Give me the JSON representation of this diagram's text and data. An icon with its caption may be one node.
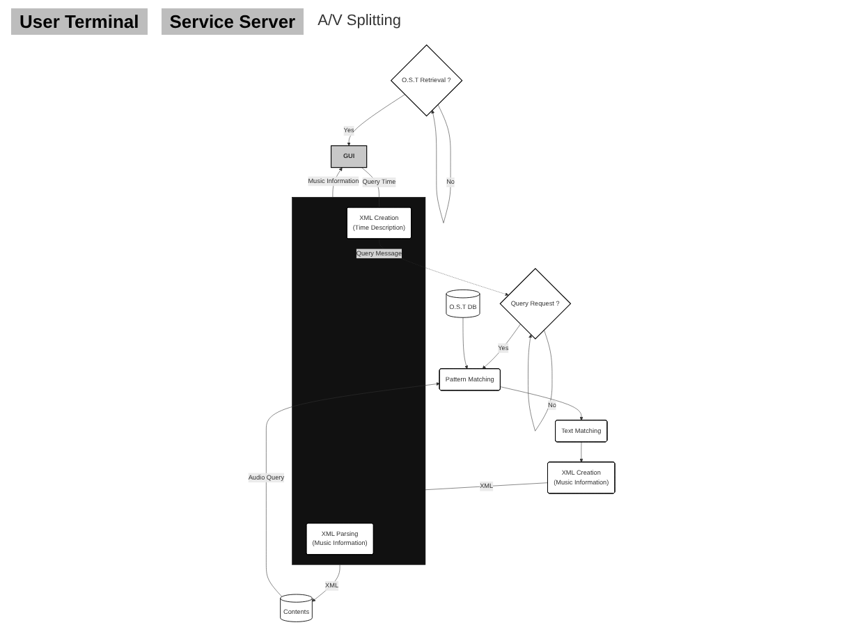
{
  "diagram": {
    "nodes": [
      {
        "text": [
          "O.S.T Retrieval ?"
        ]
      },
      {
        "text": [
          "GUI"
        ]
      },
      {
        "text": [],
        "shape": "box"
      },
      {
        "text": [
          "XML Parsing",
          "(Music Information)"
        ],
        "in": 2
      },
      {
        "text": [
          "XML Creation",
          "(Time Description)"
        ],
        "in": 2
      },
      {
        "text": [
          "Query Request ?"
        ]
      },
      {
        "text": [
          "Pattern Matching"
        ]
      },
      {
        "text": [
          "Contents"
        ]
      },
      {
        "text": [
          "Text Matching"
        ]
      },
      {
        "text": [
          "O.S.T DB"
        ]
      },
      {
        "text": [
          "XML Creation",
          "(Music Information)"
        ]
      }
    ],
    "edges": [
      {
        "from": 0,
        "to": 0,
        "arrow": "to",
        "label": "No"
      },
      {
        "from": 0,
        "to": 1,
        "arrow": "to",
        "label": "Yes"
      },
      {
        "from": 2,
        "to": 1,
        "arrow": "to",
        "label": "Music Information"
      },
      {
        "from": 1,
        "to": 4,
        "arrow": "none",
        "label": "Query Time"
      },
      {
        "from": 4,
        "to": 5,
        "arrow": "to",
        "label": "Query Message",
        "style": "dashed"
      },
      {
        "from": 5,
        "to": 5,
        "arrow": "to",
        "label": "No"
      },
      {
        "from": 5,
        "to": 6,
        "arrow": "to",
        "label": "Yes"
      },
      {
        "from": 7,
        "to": 6,
        "arrow": "to",
        "label": "Audio Query"
      },
      {
        "from": 2,
        "to": 7,
        "arrow": "to",
        "label": "XML"
      },
      {
        "from": 6,
        "to": 8,
        "arrow": "to"
      },
      {
        "from": 9,
        "to": 6,
        "arrow": "to"
      },
      {
        "from": 8,
        "to": 10,
        "arrow": "to"
      },
      {
        "from": 10,
        "to": 2,
        "arrow": "none",
        "label": "XML"
      }
    ],
    "labels": [
      "User Terminal",
      "Service Server",
      "A/V Splitting"
    ]
  }
}
